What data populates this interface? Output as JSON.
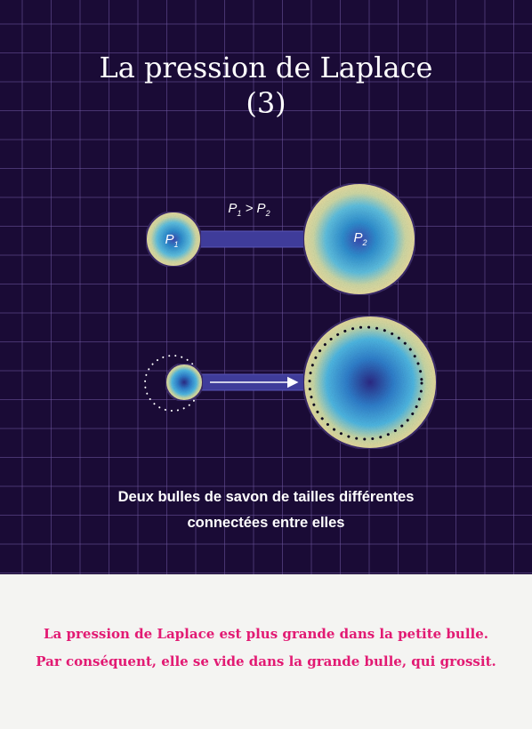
{
  "title": {
    "line1": "La pression de Laplace",
    "line2": "(3)"
  },
  "diagram": {
    "relation": {
      "p1": "P",
      "p1_sub": "1",
      "op": " > ",
      "p2": "P",
      "p2_sub": "2"
    },
    "bubble_small": {
      "label": "P",
      "label_sub": "1"
    },
    "bubble_large": {
      "label": "P",
      "label_sub": "2"
    }
  },
  "caption": {
    "line1": "Deux bulles de savon de tailles différentes",
    "line2": "connectées entre elles"
  },
  "conclusion": {
    "line1": "La pression de Laplace est plus grande dans la petite bulle.",
    "line2": "Par conséquent, elle se vide dans la grande bulle, qui grossit."
  },
  "colors": {
    "background": "#1a0b36",
    "grid": "#6e56a0",
    "bubble_edge": "#e6d9a0",
    "bubble_mid": "#2aa6dd",
    "bubble_core": "#2d3a9a",
    "tube": "#3f3c9a",
    "accent_text": "#e21a73"
  },
  "icons": {
    "flow": "arrow-right-icon"
  }
}
